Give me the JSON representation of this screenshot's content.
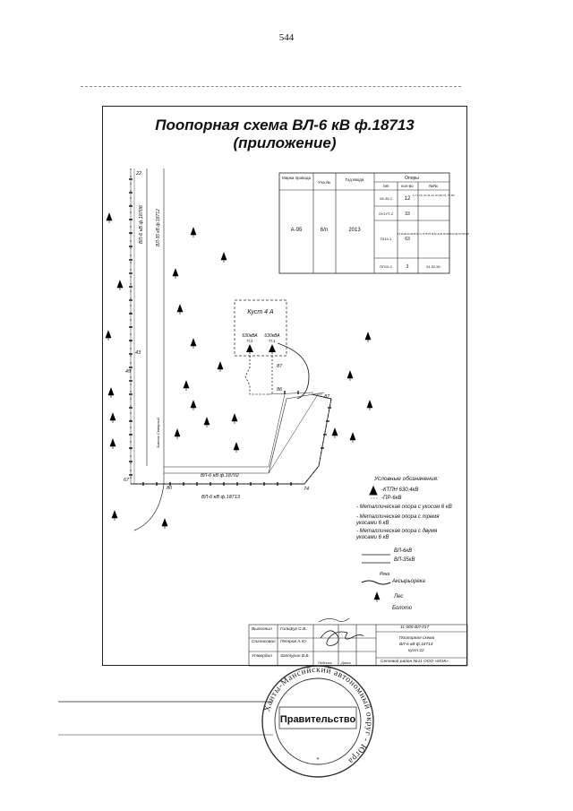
{
  "page_number": "544",
  "title": {
    "line1": "Поопорная схема  ВЛ-6 кВ ф.18713",
    "line2": "(приложение)"
  },
  "spec_table": {
    "header_row1": [
      "Марка провода",
      "Уча.№",
      "Год ввода",
      "Опоры"
    ],
    "header_row2": [
      "тип",
      "кол-во",
      "№№"
    ],
    "left_cells": [
      "А-95",
      "6/п",
      "2013"
    ],
    "rows": [
      {
        "type": "УА-35-1",
        "count": "12",
        "nums": "1,7,7,1б, 21,41,44, 61,69,74, 77,80"
      },
      {
        "type": "ОУ1УТ-2",
        "count": "33",
        "nums": ""
      },
      {
        "type": "П110-1",
        "count": "63",
        "nums": "2-6 16-98 40-46,55 15 71-76 75-78 78-42,44-51 50-52,58 61-62 70-7379-87"
      },
      {
        "type": "ПП10-2",
        "count": "3",
        "nums": "51,52,50"
      }
    ]
  },
  "map": {
    "pole_numbers": [
      "22",
      "43",
      "45",
      "87",
      "86",
      "87",
      "67",
      "80",
      "74"
    ],
    "bush_label": "Куст 4 А",
    "transformer_labels": [
      "630кВА",
      "630кВА"
    ],
    "transformer_ids": [
      "П.2",
      "П.1"
    ],
    "line_labels": [
      "ВЛ-6 кВ ф.18702",
      "ВЛ-6 кВ ф.18713"
    ],
    "vertical_labels": [
      "ВЛ-6 кВ ф.18706",
      "ВЛ-35 кВ ф.18712"
    ],
    "road_label": "Зимник Северный"
  },
  "legend": {
    "title": "Условные обозначения:",
    "items": [
      "-КТПН 630,4кВ",
      "-ПР-6кВ",
      "- Металлическая опора с укосом 6 кВ",
      "- Металлическая опора с тремя укосами 6 кВ",
      "- Металлическая опора с двумя укосами 6 кВ",
      "ВЛ-6кВ",
      "ВЛ-35кВ",
      "Река",
      "Аксырьорека",
      "Лес",
      "Болото"
    ]
  },
  "stamp": {
    "rows": [
      {
        "role": "Выполнил",
        "name": "Гильфуг С.В."
      },
      {
        "role": "Согласовал",
        "name": "Петров А.Ю."
      },
      {
        "role": "Утвердил",
        "name": "Залтурин В.Б."
      }
    ],
    "col_headers": [
      "Подпись",
      "Дата"
    ],
    "code": "11-005-ВЛ-017",
    "desc": [
      "Поопорная схема",
      "ВЛ-6 кВ ф.18713",
      "куст 22"
    ],
    "org": "Сетевой район №11 ООО «МЭК»"
  },
  "seal": {
    "ring_text": "Ханты-Мансийский автономный округ - Югра",
    "center_text": "Правительство",
    "bottom_mark": "*"
  },
  "colors": {
    "ink": "#111111",
    "frame": "#222222"
  }
}
